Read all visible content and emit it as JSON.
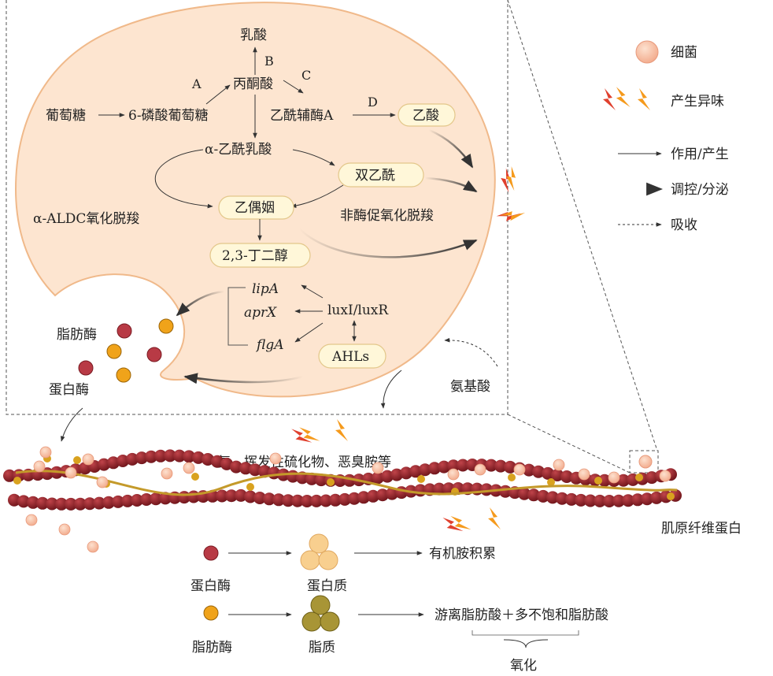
{
  "legend": {
    "bacteria": "细菌",
    "odor": "产生异味",
    "action": "作用/产生",
    "regulate": "调控/分泌",
    "absorb": "吸收"
  },
  "pathway": {
    "lactic_acid": "乳酸",
    "label_b": "B",
    "label_a": "A",
    "label_c": "C",
    "label_d": "D",
    "pyruvate": "丙酮酸",
    "glucose": "葡萄糖",
    "g6p": "6-磷酸葡萄糖",
    "acetyl_coa": "乙酰辅酶A",
    "acetic_acid": "乙酸",
    "acetolactate": "α-乙酰乳酸",
    "diacetyl": "双乙酰",
    "acetoin": "乙偶姻",
    "butanediol": "2,3-丁二醇",
    "aldc": "α-ALDC氧化脱羧",
    "nonenzymatic": "非酶促氧化脱羧"
  },
  "quorum": {
    "lipA": "lipA",
    "aprX": "aprX",
    "flgA": "flgA",
    "luxIR": "luxI/luxR",
    "ahls": "AHLs"
  },
  "enzymes": {
    "lipase": "脂肪酶",
    "protease": "蛋白酶",
    "amino_acid": "氨基酸"
  },
  "products": {
    "volatiles": "氨、挥发性硫化物、恶臭胺等",
    "myofibril": "肌原纤维蛋白"
  },
  "bottom": {
    "protease": "蛋白酶",
    "protein": "蛋白质",
    "amine": "有机胺积累",
    "lipase": "脂肪酶",
    "lipid": "脂质",
    "fatty_acids": "游离脂肪酸＋多不饱和脂肪酸",
    "oxidation": "氧化"
  },
  "colors": {
    "cell_fill": "#fde3cc",
    "cell_stroke": "#f0b98a",
    "protease_dot": "#b83a45",
    "lipase_dot": "#f0a31a",
    "protein_ball": "#f8cf8f",
    "lipid_ball": "#a89536",
    "fiber_bead": "#8a1f24",
    "odor_red": "#e0402e",
    "odor_orange": "#f59a1c"
  },
  "icons": [
    "bacteria-icon",
    "odor-icon"
  ]
}
